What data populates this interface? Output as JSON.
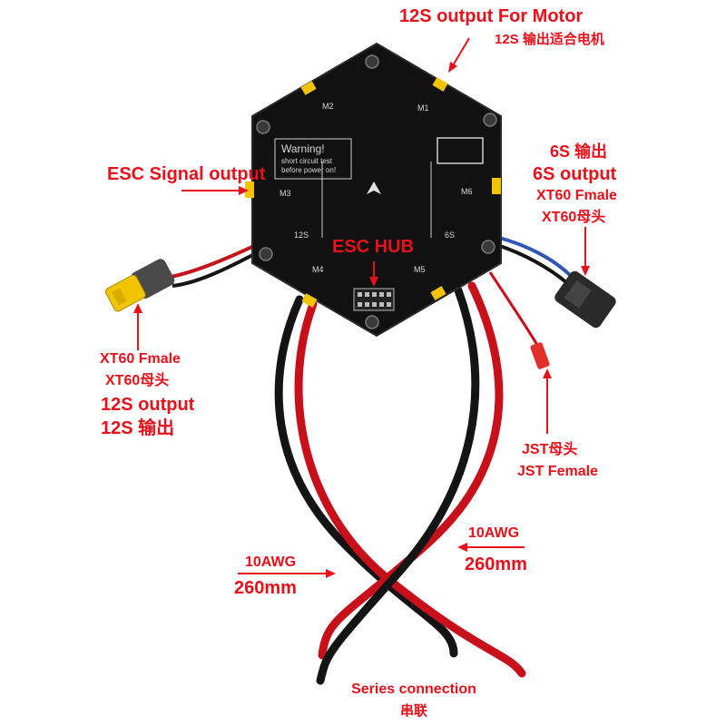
{
  "labels": {
    "motor_en": "12S output For Motor",
    "motor_cn": "12S 输出适合电机",
    "esc_signal": "ESC Signal output",
    "six_cn": "6S 输出",
    "six_en": "6S output",
    "six_xt60": "XT60 Fmale",
    "six_xt60_cn": "XT60母头",
    "hub": "ESC HUB",
    "left_xt60": "XT60 Fmale",
    "left_xt60_cn": "XT60母头",
    "left_12s": "12S output",
    "left_12s_cn": "12S 输出",
    "jst_cn": "JST母头",
    "jst_en": "JST Female",
    "awg_right": "10AWG",
    "len_right": "260mm",
    "awg_left": "10AWG",
    "len_left": "260mm",
    "series_en": "Series connection",
    "series_cn": "串联"
  },
  "board": {
    "warning": "Warning!",
    "warn1": "short circuit test",
    "warn2": "before power on!",
    "m1": "M1",
    "m2": "M2",
    "m3": "M3",
    "m4": "M4",
    "m5": "M5",
    "m6": "M6",
    "v12s": "12S",
    "v6s": "6S"
  },
  "colors": {
    "accent": "#e8101a",
    "board": "#111111",
    "wire_red": "#c8101a",
    "wire_black": "#141414",
    "connector_yellow": "#f2c400"
  }
}
